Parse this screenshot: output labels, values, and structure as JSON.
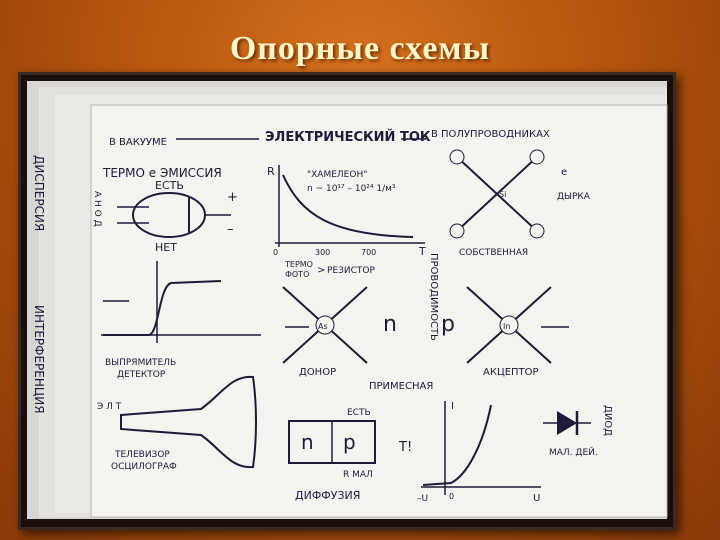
{
  "slide": {
    "title": "Опорные схемы"
  },
  "sheet": {
    "margin_words": {
      "dispersion": "ДИСПЕРСИЯ",
      "interference": "ИНТЕРФЕРЕНЦИЯ",
      "conductivity": "ПРОВОДИМОСТЬ",
      "diode": "ДИОД"
    },
    "header": {
      "vacuum": "В ВАКУУМЕ",
      "current": "ЭЛЕКТРИЧЕСКИЙ ТОК",
      "semiconductors": "В ПОЛУПРОВОДНИКАХ"
    },
    "vacuum": {
      "emission": "ТЕРМО е ЭМИССИЯ",
      "est": "ЕСТЬ",
      "net": "НЕТ",
      "anode_cathode": "А Н О Д",
      "rectifier": "ВЫПРЯМИТЕЛЬ",
      "detector": "ДЕТЕКТОР",
      "tv": "ТЕЛЕВИЗОР",
      "osc": "ОСЦИЛОГРАФ",
      "e_letters": "Э Л Т"
    },
    "thermistor": {
      "r_axis": "R",
      "t_axis": "T",
      "chameleon": "\"ХАМЕЛЕОН\"",
      "formula": "n ~ 10¹⁷ – 10²⁴ 1/м³",
      "tick0": "0",
      "tick300": "300",
      "tick700": "700",
      "termo": "ТЕРМО",
      "foto": "ФОТО",
      "resistor": "РЕЗИСТОР"
    },
    "semiconductor": {
      "si": "Si",
      "e": "е",
      "dyrka": "ДЫРКА",
      "intrinsic": "СОБСТВЕННАЯ",
      "n": "n",
      "p": "p",
      "as": "As",
      "in": "In",
      "donor": "ДОНОР",
      "acceptor": "АКЦЕПТОР",
      "impurity": "ПРИМЕСНАЯ"
    },
    "junction": {
      "n": "n",
      "p": "p",
      "est": "ЕСТЬ",
      "r_mal": "R МАЛ",
      "diffusion": "ДИФФУЗИЯ",
      "t_excl": "T!",
      "mal_dey": "МАЛ. ДЕЙ.",
      "i_axis": "I",
      "u_axis": "U",
      "zero": "0",
      "minus_u": "–U"
    }
  }
}
